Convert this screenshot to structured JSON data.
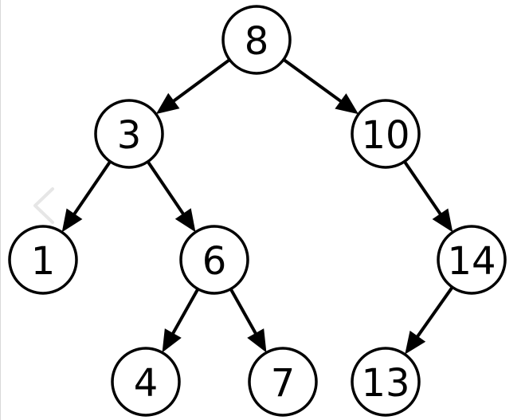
{
  "tree": {
    "nodes": [
      {
        "id": "n8",
        "label": "8"
      },
      {
        "id": "n3",
        "label": "3"
      },
      {
        "id": "n10",
        "label": "10"
      },
      {
        "id": "n1",
        "label": "1"
      },
      {
        "id": "n6",
        "label": "6"
      },
      {
        "id": "n14",
        "label": "14"
      },
      {
        "id": "n4",
        "label": "4"
      },
      {
        "id": "n7",
        "label": "7"
      },
      {
        "id": "n13",
        "label": "13"
      }
    ],
    "edges": [
      {
        "from": "n8",
        "to": "n3"
      },
      {
        "from": "n8",
        "to": "n10"
      },
      {
        "from": "n3",
        "to": "n1"
      },
      {
        "from": "n3",
        "to": "n6"
      },
      {
        "from": "n10",
        "to": "n14"
      },
      {
        "from": "n6",
        "to": "n4"
      },
      {
        "from": "n6",
        "to": "n7"
      },
      {
        "from": "n14",
        "to": "n13"
      }
    ]
  },
  "icons": {
    "back_chevron": "chevron-left-icon"
  },
  "colors": {
    "stroke": "#000000",
    "node_fill": "#ffffff",
    "background": "#ffffff",
    "chevron": "#e6e6e6"
  }
}
